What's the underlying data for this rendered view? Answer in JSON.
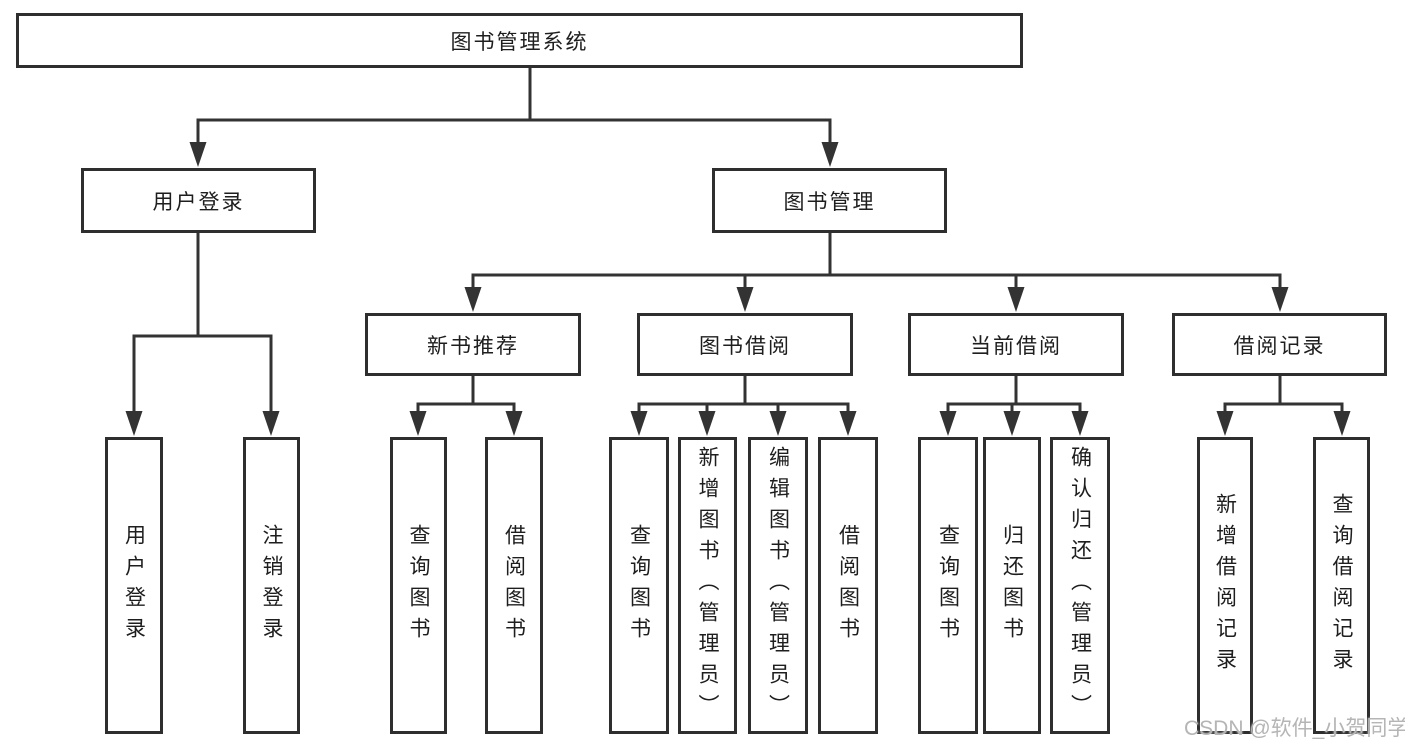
{
  "diagram": {
    "root": {
      "label": "图书管理系统"
    },
    "branches": [
      {
        "label": "用户登录",
        "children": [
          {
            "label": "用户登录"
          },
          {
            "label": "注销登录"
          }
        ]
      },
      {
        "label": "图书管理",
        "children": [
          {
            "label": "新书推荐",
            "children": [
              {
                "label": "查询图书"
              },
              {
                "label": "借阅图书"
              }
            ]
          },
          {
            "label": "图书借阅",
            "children": [
              {
                "label": "查询图书"
              },
              {
                "label": "新增图书（管理员）"
              },
              {
                "label": "编辑图书（管理员）"
              },
              {
                "label": "借阅图书"
              }
            ]
          },
          {
            "label": "当前借阅",
            "children": [
              {
                "label": "查询图书"
              },
              {
                "label": "归还图书"
              },
              {
                "label": "确认归还（管理员）"
              }
            ]
          },
          {
            "label": "借阅记录",
            "children": [
              {
                "label": "新增借阅记录"
              },
              {
                "label": "查询借阅记录"
              }
            ]
          }
        ]
      }
    ]
  },
  "watermark": {
    "text": "CSDN @软件_小贺同学"
  },
  "colors": {
    "line": "#333333",
    "box_border": "#2e2e2e",
    "text": "#1e1e1e",
    "watermark": "#b5b5b5",
    "background": "#ffffff"
  }
}
